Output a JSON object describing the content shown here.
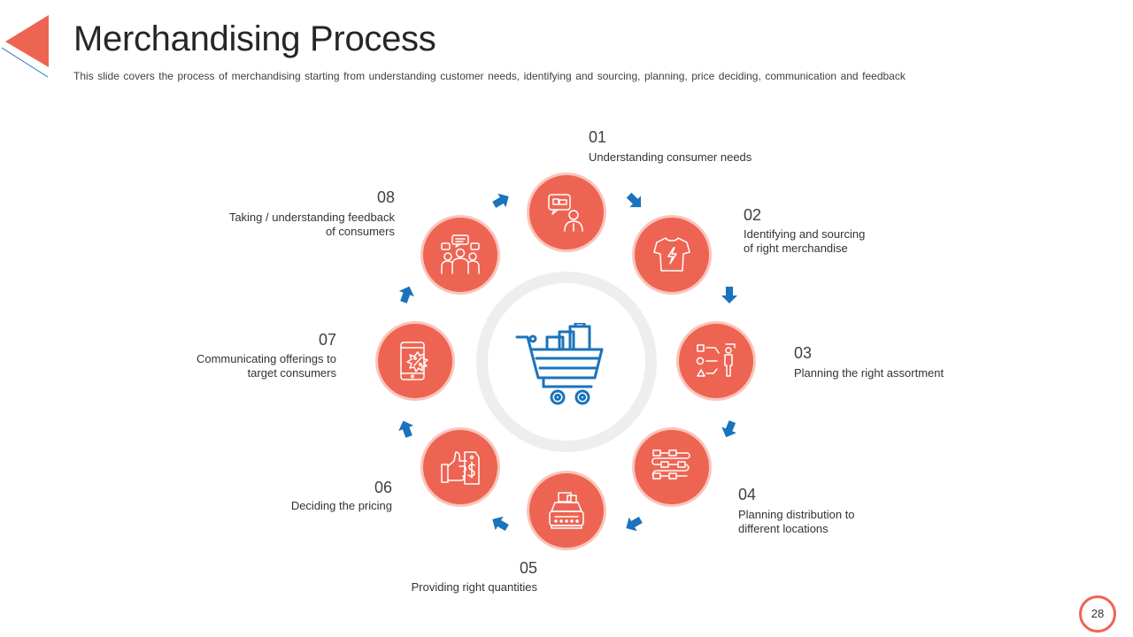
{
  "slide": {
    "title": "Merchandising Process",
    "subtitle": "This slide covers the process of merchandising starting from understanding customer needs, identifying and sourcing, planning, price deciding, communication and feedback",
    "page_number": "28"
  },
  "colors": {
    "accent": "#ee6452",
    "accent_light": "#f9c5bb",
    "arrow": "#1a73bd",
    "ring": "#eeeeee"
  },
  "center_icon": "shopping-cart-icon",
  "steps": [
    {
      "number": "01",
      "label": "Understanding consumer needs",
      "icon": "consumer-thinking-icon"
    },
    {
      "number": "02",
      "label": "Identifying and sourcing\nof right merchandise",
      "icon": "tshirt-icon"
    },
    {
      "number": "03",
      "label": "Planning the right assortment",
      "icon": "assortment-icon"
    },
    {
      "number": "04",
      "label": "Planning distribution to\ndifferent locations",
      "icon": "distribution-flow-icon"
    },
    {
      "number": "05",
      "label": "Providing right quantities",
      "icon": "cash-register-icon"
    },
    {
      "number": "06",
      "label": "Deciding the pricing",
      "icon": "thumbs-up-price-tag-icon"
    },
    {
      "number": "07",
      "label": "Communicating offerings to\ntarget consumers",
      "icon": "mobile-discount-icon"
    },
    {
      "number": "08",
      "label": "Taking / understanding feedback\nof consumers",
      "icon": "people-feedback-icon"
    }
  ]
}
